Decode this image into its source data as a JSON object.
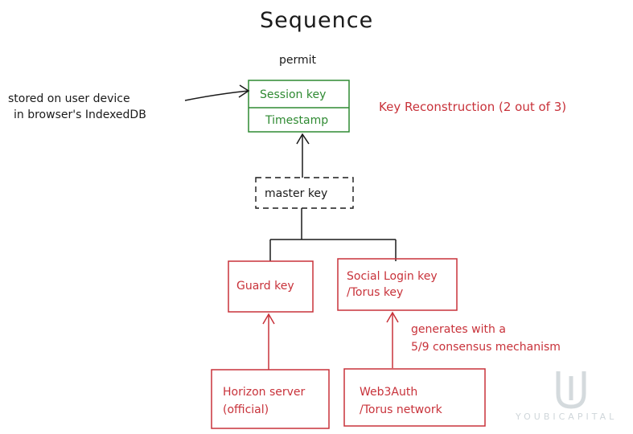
{
  "title": "Sequence",
  "permit_label": "permit",
  "note_left": {
    "line1": "stored on user device",
    "line2": "in browser's IndexedDB"
  },
  "session_box": {
    "session_key": "Session key",
    "timestamp": "Timestamp"
  },
  "key_reconstruction": "Key Reconstruction (2 out of 3)",
  "master_key": "master key",
  "guard_key": "Guard key",
  "social_key": {
    "line1": "Social Login key",
    "line2": "/Torus key"
  },
  "generates_note": {
    "line1": "generates with a",
    "line2": "5/9 consensus mechanism"
  },
  "horizon_box": {
    "line1": "Horizon server",
    "line2": "(official)"
  },
  "web3auth_box": {
    "line1": "Web3Auth",
    "line2": "/Torus network"
  },
  "watermark": "YOUBICAPITAL",
  "colors": {
    "black": "#1a1a1a",
    "red": "#c8323a",
    "green": "#2f8a32",
    "watermark": "#cfd6da"
  }
}
